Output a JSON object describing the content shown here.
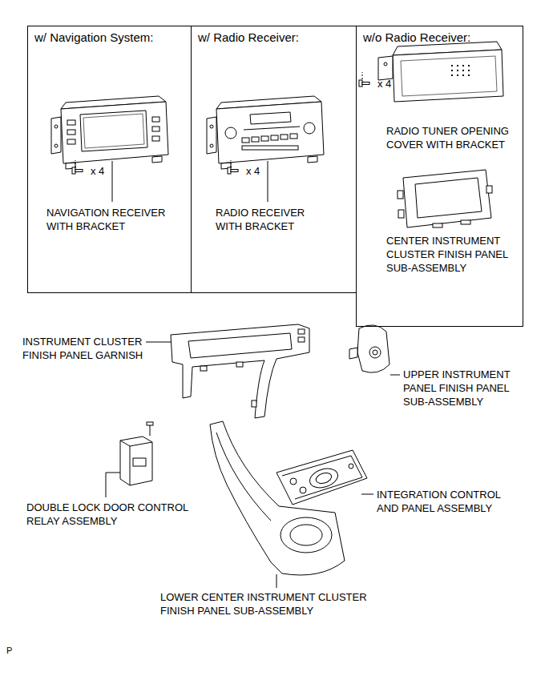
{
  "diagram": {
    "nodes": [
      {
        "text": [
          "w/ Navigation System:",
          "x 4",
          "NAVIGATION RECEIVER WITH BRACKET"
        ]
      },
      {
        "text": [
          "w/ Radio Receiver:",
          "x 4",
          "RADIO RECEIVER WITH BRACKET"
        ]
      },
      {
        "text": [
          "w/o Radio Receiver:",
          "x 4",
          "RADIO TUNER OPENING COVER WITH BRACKET",
          "CENTER INSTRUMENT CLUSTER FINISH PANEL SUB-ASSEMBLY"
        ]
      }
    ],
    "labels": [
      "INSTRUMENT CLUSTER FINISH PANEL GARNISH",
      "UPPER INSTRUMENT PANEL FINISH PANEL SUB-ASSEMBLY",
      "DOUBLE LOCK DOOR CONTROL RELAY ASSEMBLY",
      "INTEGRATION CONTROL AND PANEL ASSEMBLY",
      "LOWER CENTER INSTRUMENT CLUSTER FINISH PANEL SUB-ASSEMBLY",
      "P"
    ]
  }
}
